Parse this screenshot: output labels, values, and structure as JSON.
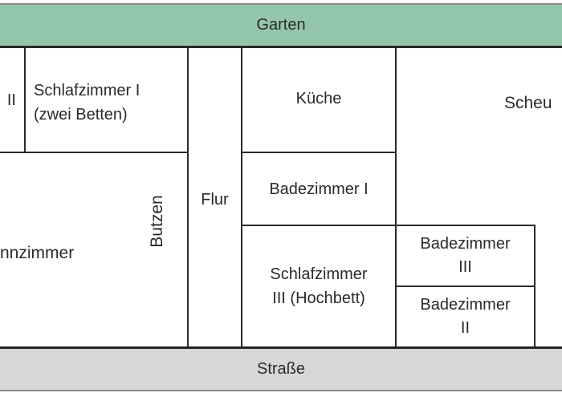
{
  "diagram": {
    "type": "floor-plan",
    "colors": {
      "garden": "#94c7a9",
      "street": "#d7d7d7",
      "wall": "#2a2a2a"
    },
    "top_band": {
      "label": "Garten"
    },
    "bottom_band": {
      "label": "Straße"
    },
    "rooms": {
      "schlafzimmer_ii_partial": {
        "label": "II"
      },
      "schlafzimmer_i": {
        "line1": "Schlafzimmer I",
        "line2": "(zwei Betten)"
      },
      "wohnzimmer_partial": {
        "label": "nnzimmer"
      },
      "butzen": {
        "label": "Butzen"
      },
      "flur": {
        "label": "Flur"
      },
      "kueche": {
        "label": "Küche"
      },
      "badezimmer_i": {
        "label": "Badezimmer I"
      },
      "schlafzimmer_iii": {
        "line1": "Schlafzimmer",
        "line2": "III (Hochbett)"
      },
      "badezimmer_iii": {
        "line1": "Badezimmer",
        "line2": "III"
      },
      "badezimmer_ii": {
        "line1": "Badezimmer",
        "line2": "II"
      },
      "scheune_partial": {
        "label": "Scheu"
      }
    }
  }
}
